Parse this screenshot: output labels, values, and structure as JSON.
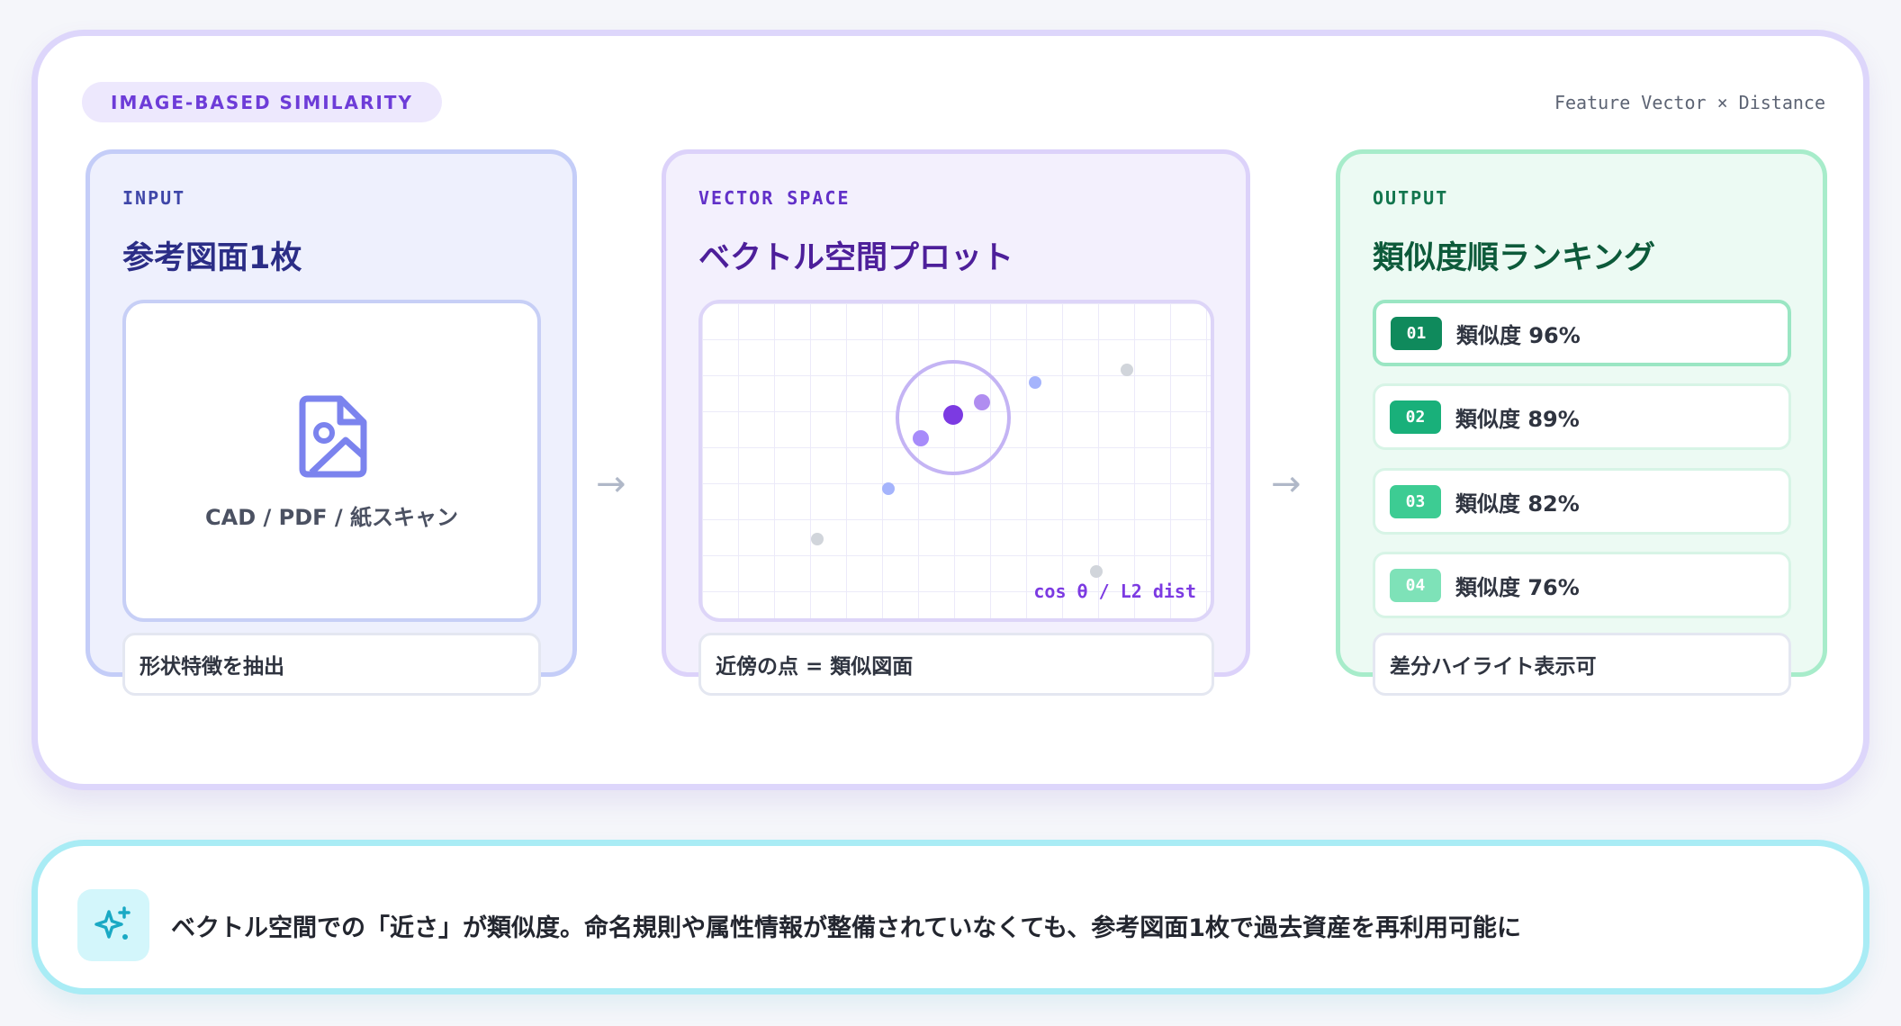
{
  "header": {
    "tag": "IMAGE-BASED SIMILARITY",
    "caption": "Feature Vector × Distance"
  },
  "stages": {
    "input": {
      "label": "INPUT",
      "title": "参考図面1枚",
      "drop_caption": "CAD / PDF / 紙スキャン",
      "footer": "形状特徴を抽出",
      "icon": "image-file-icon"
    },
    "vector": {
      "label": "VECTOR SPACE",
      "title": "ベクトル空間プロット",
      "plot_caption": "cos θ / L2 dist",
      "footer": "近傍の点 = 類似図面"
    },
    "output": {
      "label": "OUTPUT",
      "title": "類似度順ランキング",
      "ranks": [
        {
          "rank": "01",
          "text": "類似度 96%",
          "color": "#0f8a5c"
        },
        {
          "rank": "02",
          "text": "類似度 89%",
          "color": "#19b07a"
        },
        {
          "rank": "03",
          "text": "類似度 82%",
          "color": "#3dcc93"
        },
        {
          "rank": "04",
          "text": "類似度 76%",
          "color": "#7ee2b8"
        }
      ],
      "footer": "差分ハイライト表示可"
    }
  },
  "arrows": {
    "symbol": "→"
  },
  "summary": {
    "icon": "sparkles-icon",
    "text": "ベクトル空間での「近さ」が類似度。命名規則や属性情報が整備されていなくても、参考図面1枚で過去資産を再利用可能に"
  },
  "colors": {
    "accent_purple": "#7c3ae2",
    "accent_indigo": "#6b72e8",
    "accent_green": "#19b07a",
    "accent_cyan": "#22b8cf"
  }
}
